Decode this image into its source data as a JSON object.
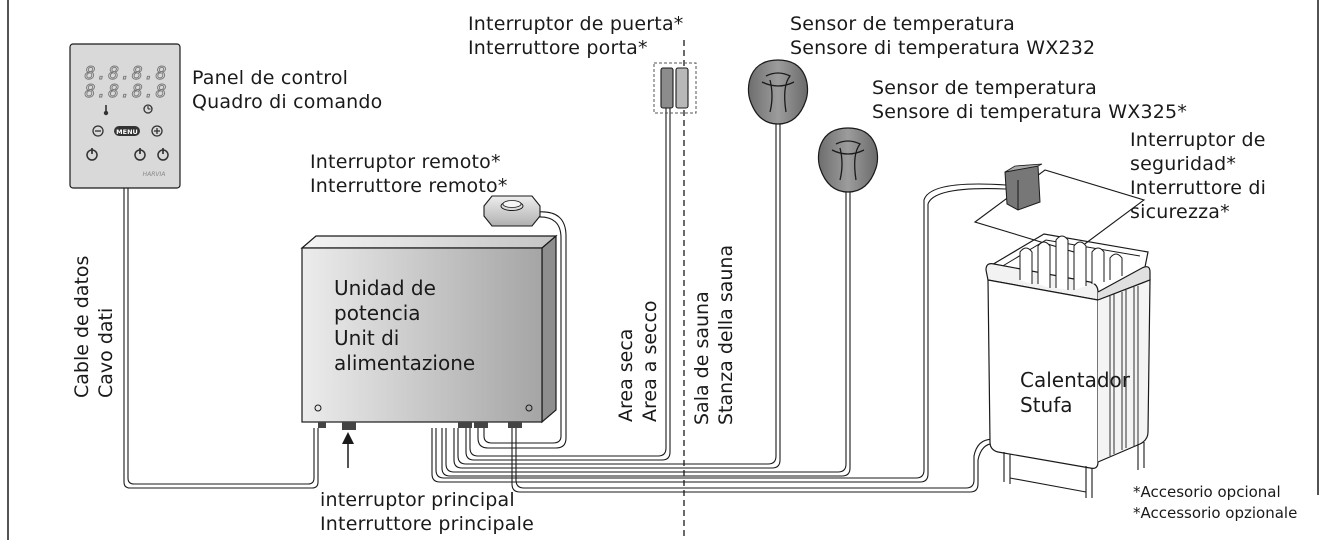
{
  "control_panel": {
    "display_top": "8.8.8.8",
    "display_bottom": "8.8.8.8",
    "menu_label": "MENU",
    "brand": "HARVIA",
    "label_es": "Panel de control",
    "label_it": "Quadro di comando"
  },
  "door_switch": {
    "label_es": "Interruptor de puerta*",
    "label_it": "Interruttore porta*"
  },
  "sensor_wx232": {
    "label_es": "Sensor de temperatura",
    "label_it": "Sensore di temperatura WX232"
  },
  "sensor_wx325": {
    "label_es": "Sensor de temperatura",
    "label_it": "Sensore di temperatura WX325*"
  },
  "safety_switch": {
    "line1": "Interruptor de",
    "line2": "seguridad*",
    "line3": "Interruttore di",
    "line4": "sicurezza*"
  },
  "remote_switch": {
    "label_es": "Interruptor remoto*",
    "label_it": "Interruttore remoto*"
  },
  "power_unit": {
    "line1": "Unidad de",
    "line2": "potencia",
    "line3": "Unit  di",
    "line4": "alimentazione"
  },
  "data_cable": {
    "label_es": "Cable de datos",
    "label_it": "Cavo dati"
  },
  "dry_area": {
    "label_es": "Area seca",
    "label_it": "Area a secco"
  },
  "sauna_room": {
    "label_es": "Sala de sauna",
    "label_it": "Stanza della sauna"
  },
  "heater": {
    "label_es": "Calentador",
    "label_it": "Stufa"
  },
  "main_switch": {
    "label_es": "interruptor principal",
    "label_it": "Interruttore principale"
  },
  "footnote": {
    "line1": "*Accesorio opcional",
    "line2": "*Accessorio opzionale"
  },
  "colors": {
    "line": "#1a1a1a",
    "panel": "#d8d8d8",
    "unit_light": "#e4e4e4",
    "unit_dark": "#a8a8a8",
    "sensor": "#8a8a8a"
  }
}
